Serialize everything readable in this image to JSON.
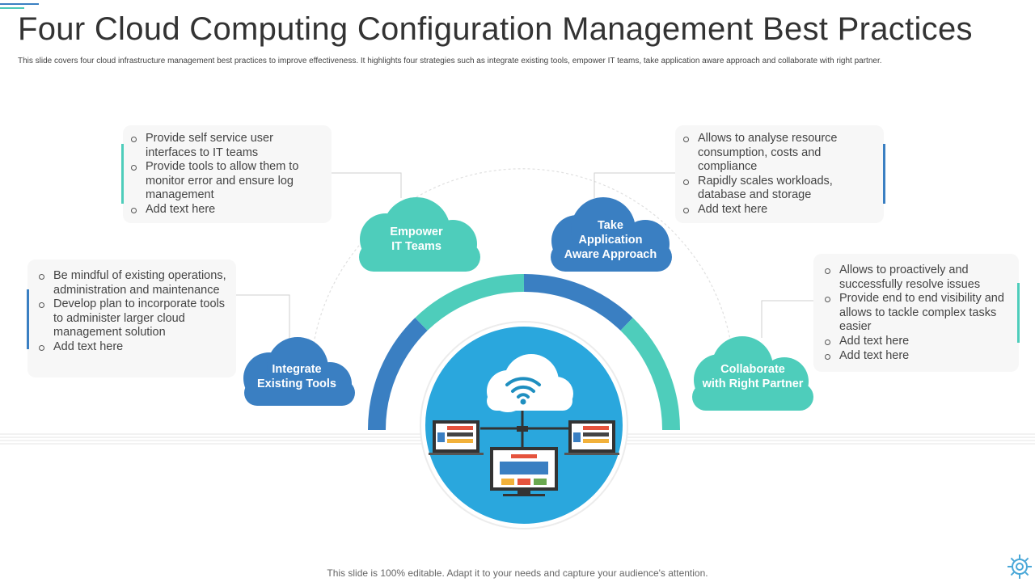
{
  "title": "Four Cloud Computing Configuration Management Best Practices",
  "subtitle": "This slide covers four cloud infrastructure management best practices to improve effectiveness. It highlights four strategies such as integrate existing tools, empower IT teams, take application aware approach and collaborate with right partner.",
  "footer": "This slide is 100% editable. Adapt it to your needs and capture your audience's attention.",
  "colors": {
    "blue": "#3a7fc2",
    "teal": "#4ecdbb",
    "circle": "#2aa7dd"
  },
  "practices": [
    {
      "label_lines": [
        "Integrate",
        "Existing Tools"
      ],
      "color": "#3a7fc2",
      "bullets": [
        "Be mindful of existing operations, administration and maintenance",
        "Develop plan to incorporate tools to administer larger cloud management solution",
        "Add text here"
      ]
    },
    {
      "label_lines": [
        "Empower",
        "IT Teams"
      ],
      "color": "#4ecdbb",
      "bullets": [
        "Provide self service user interfaces to IT teams",
        "Provide tools to allow them to monitor error and ensure log management",
        "Add text here"
      ]
    },
    {
      "label_lines": [
        "Take",
        "Application",
        "Aware Approach"
      ],
      "color": "#3a7fc2",
      "bullets": [
        "Allows to analyse resource consumption, costs and compliance",
        "Rapidly scales workloads, database and storage",
        "Add text here"
      ]
    },
    {
      "label_lines": [
        "Collaborate",
        "with Right Partner"
      ],
      "color": "#4ecdbb",
      "bullets": [
        "Allows to proactively and successfully resolve issues",
        "Provide end to end visibility and allows to tackle complex tasks easier",
        "Add text here",
        "Add text here"
      ]
    }
  ]
}
